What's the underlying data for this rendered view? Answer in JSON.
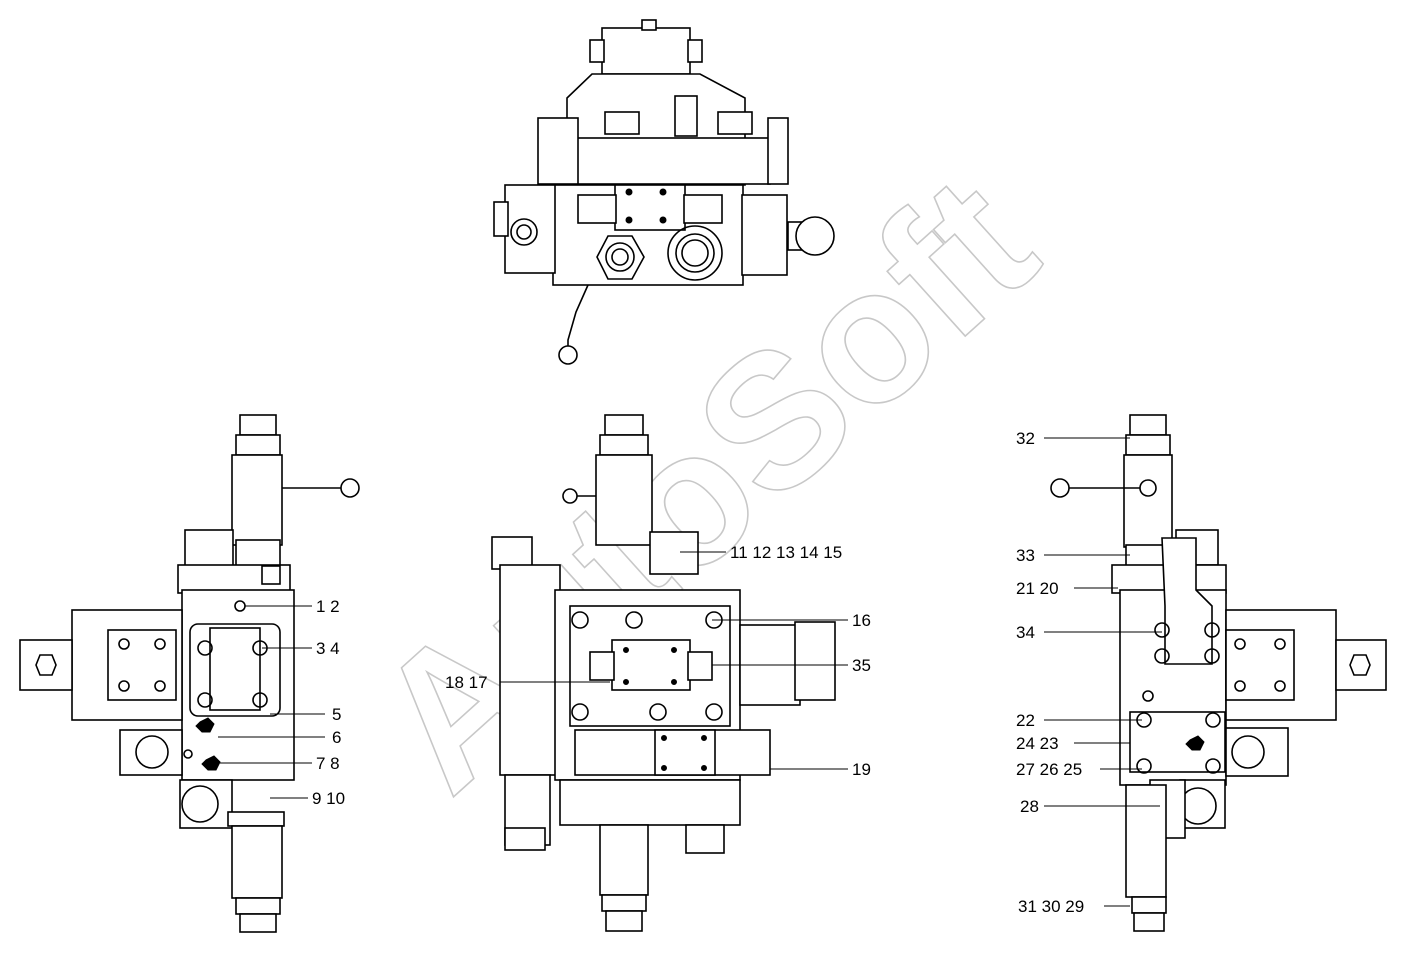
{
  "watermark": "AutoSoft",
  "callouts": [
    {
      "id": "c-1-2",
      "text": "1 2"
    },
    {
      "id": "c-3-4",
      "text": "3 4"
    },
    {
      "id": "c-5",
      "text": "5"
    },
    {
      "id": "c-6",
      "text": "6"
    },
    {
      "id": "c-7-8",
      "text": "7 8"
    },
    {
      "id": "c-9-10",
      "text": "9 10"
    },
    {
      "id": "c-11-15",
      "text": "11 12  13  14  15"
    },
    {
      "id": "c-16",
      "text": "16"
    },
    {
      "id": "c-35",
      "text": "35"
    },
    {
      "id": "c-18-17",
      "text": "18 17"
    },
    {
      "id": "c-19",
      "text": "19"
    },
    {
      "id": "c-32",
      "text": "32"
    },
    {
      "id": "c-33",
      "text": "33"
    },
    {
      "id": "c-21-20",
      "text": "21 20"
    },
    {
      "id": "c-34",
      "text": "34"
    },
    {
      "id": "c-22",
      "text": "22"
    },
    {
      "id": "c-24-23",
      "text": "24 23"
    },
    {
      "id": "c-27-25",
      "text": "27 26 25"
    },
    {
      "id": "c-28",
      "text": "28"
    },
    {
      "id": "c-31-29",
      "text": "31  30  29"
    }
  ]
}
